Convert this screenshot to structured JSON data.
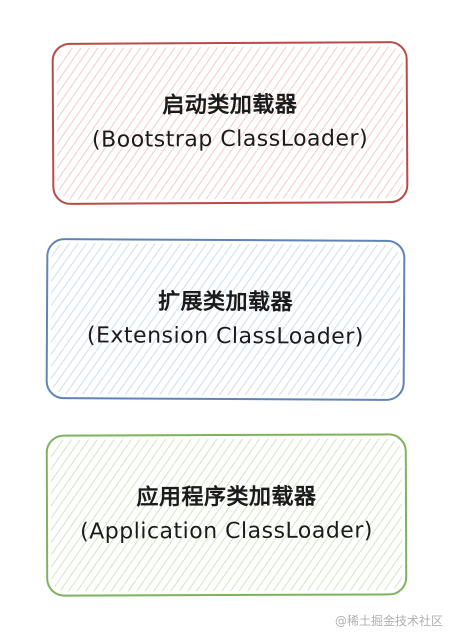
{
  "boxes": [
    {
      "title": "启动类加载器",
      "subtitle": "(Bootstrap ClassLoader)",
      "border_color": "#b84a4a",
      "fill_color": "#e88c8c"
    },
    {
      "title": "扩展类加载器",
      "subtitle": "(Extension ClassLoader)",
      "border_color": "#5e84b8",
      "fill_color": "#96b9e1"
    },
    {
      "title": "应用程序类加载器",
      "subtitle": "(Application ClassLoader)",
      "border_color": "#7cb35c",
      "fill_color": "#a0cd8c"
    }
  ],
  "watermark": "@稀土掘金技术社区"
}
